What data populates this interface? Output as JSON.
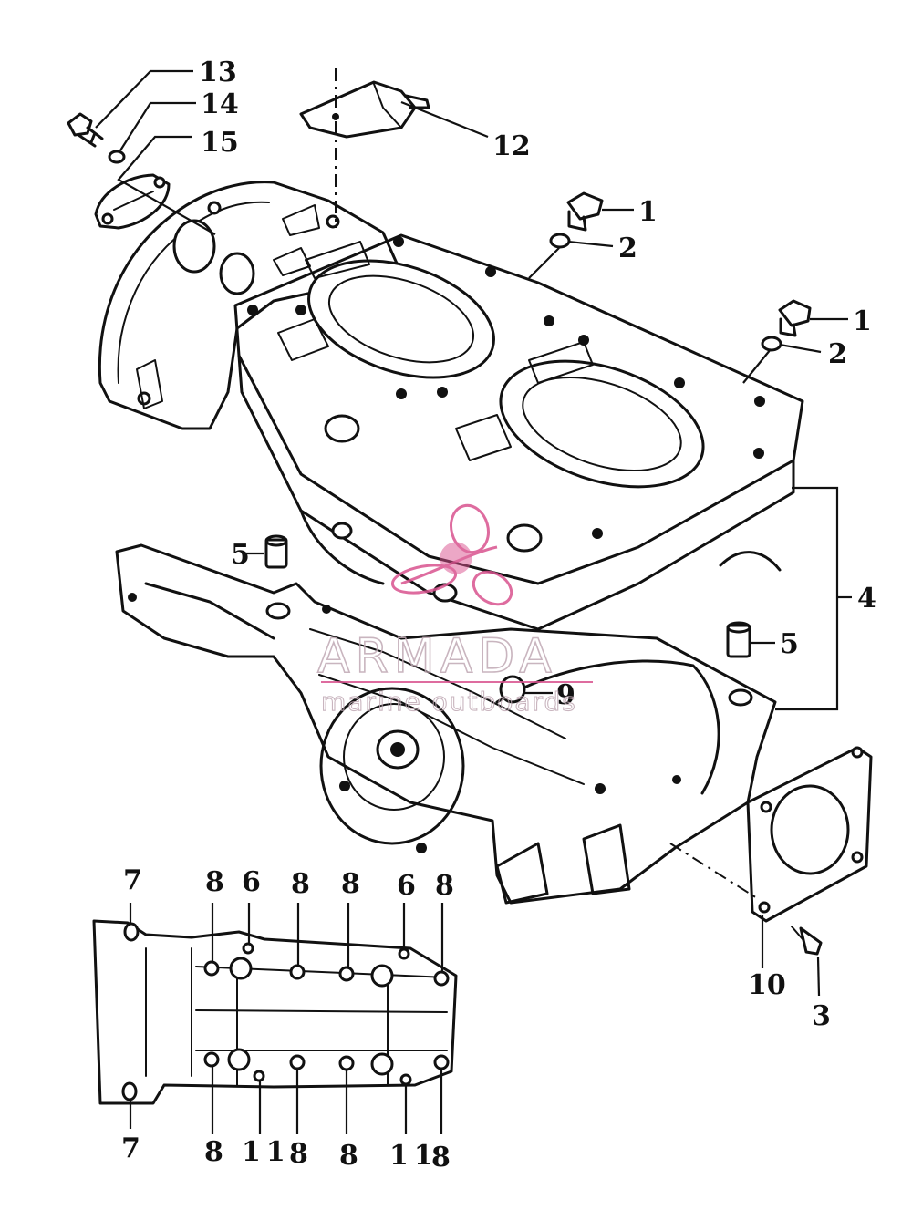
{
  "watermark": {
    "brand": "ARMADA",
    "tagline": "marine outboards",
    "color": "#d9538f"
  },
  "callouts": {
    "c13": "13",
    "c14": "14",
    "c15": "15",
    "c12": "12",
    "c1a": "1",
    "c2a": "2",
    "c1b": "1",
    "c2b": "2",
    "c4": "4",
    "c5a": "5",
    "c5b": "5",
    "c9": "9",
    "c10": "10",
    "c3": "3",
    "c7top": "7",
    "c8t1": "8",
    "c6t1": "6",
    "c8t2": "8",
    "c8t3": "8",
    "c6t2": "6",
    "c8t4": "8",
    "c7bot": "7",
    "c8b1": "8",
    "c11b1": "11",
    "c8b2": "8",
    "c8b3": "8",
    "c11b2": "11",
    "c8b4": "8"
  },
  "icons": [
    "bolt-icon",
    "washer-icon",
    "cover-plate-icon",
    "bracket-icon",
    "plug-icon",
    "dowel-pin-icon",
    "seal-icon",
    "gasket-icon",
    "screw-icon"
  ]
}
